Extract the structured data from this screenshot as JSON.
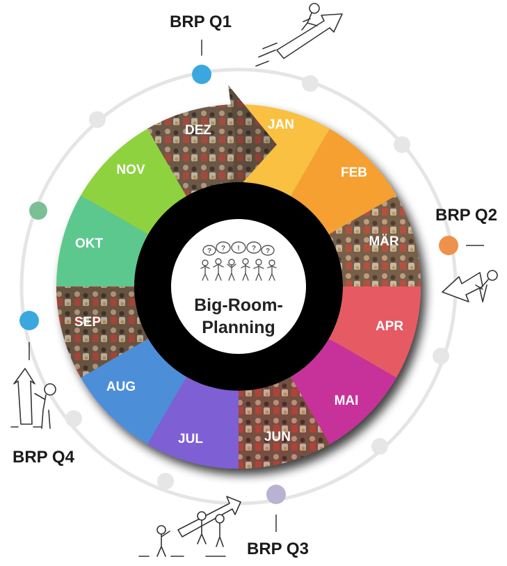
{
  "center": {
    "line1": "Big-Room-",
    "line2": "Planning"
  },
  "months": [
    {
      "label": "JAN",
      "color": "#f9c043",
      "photo": false
    },
    {
      "label": "FEB",
      "color": "#f6a033",
      "photo": false
    },
    {
      "label": "MÄR",
      "color": "#8c6a4a",
      "photo": true
    },
    {
      "label": "APR",
      "color": "#e65a63",
      "photo": false
    },
    {
      "label": "MAI",
      "color": "#c7339a",
      "photo": false
    },
    {
      "label": "JUN",
      "color": "#8a3f3a",
      "photo": true
    },
    {
      "label": "JUL",
      "color": "#7e5ed4",
      "photo": false
    },
    {
      "label": "AUG",
      "color": "#4e8ed9",
      "photo": false
    },
    {
      "label": "SEP",
      "color": "#5b4636",
      "photo": true
    },
    {
      "label": "OKT",
      "color": "#5cc88e",
      "photo": false
    },
    {
      "label": "NOV",
      "color": "#8fd23f",
      "photo": false
    },
    {
      "label": "DEZ",
      "color": "#6b5744",
      "photo": true
    }
  ],
  "quarters": [
    {
      "label": "BRP Q1",
      "dot_color": "#3aa8df"
    },
    {
      "label": "BRP Q2",
      "dot_color": "#ee914a"
    },
    {
      "label": "BRP Q3",
      "dot_color": "#b9b2d2"
    },
    {
      "label": "BRP Q4",
      "dot_color": "#3aa8df"
    }
  ],
  "ring_dot_color": "#e6e6e6",
  "extra_dot_color": "#7bbf95"
}
